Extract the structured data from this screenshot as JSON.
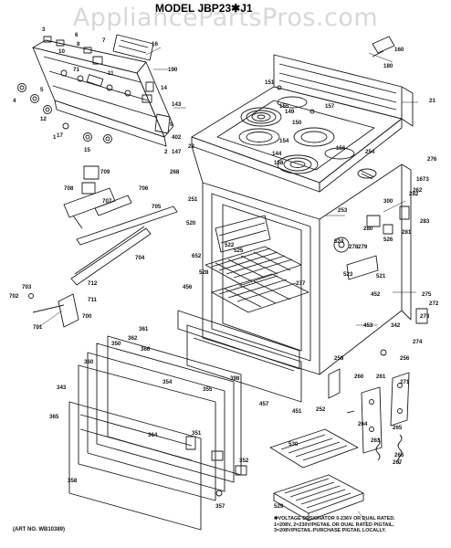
{
  "header": {
    "watermark": "AppliancePartsPros.com",
    "model": "MODEL JBP23✱J1"
  },
  "footer": {
    "art_no": "(ART NO. WB10389)",
    "note_lines": [
      "✱VOLTAGE DESIGNATOR 0-236V OR DUAL RATED.",
      "1=208V, 2=230V/PIGTAIL OR DUAL RATED PIGTAIL,",
      "3=208V/PIGTAIL-PURCHASE PIGTAIL LOCALLY."
    ]
  },
  "part_labels": [
    "1",
    "2",
    "3",
    "4",
    "5",
    "6",
    "7",
    "8",
    "9",
    "10",
    "11",
    "12",
    "14",
    "15",
    "16",
    "17",
    "21",
    "22",
    "71",
    "143",
    "144",
    "147",
    "149",
    "150",
    "151",
    "154",
    "155",
    "156",
    "157",
    "158",
    "160",
    "180",
    "190",
    "251",
    "252",
    "253",
    "254",
    "256",
    "258",
    "260",
    "261",
    "262",
    "263",
    "264",
    "265",
    "266",
    "267",
    "268",
    "271",
    "272",
    "273",
    "274",
    "275",
    "276",
    "277",
    "278",
    "279",
    "280",
    "281",
    "282",
    "283",
    "300",
    "342",
    "343",
    "350",
    "351",
    "352",
    "354",
    "355",
    "357",
    "358",
    "360",
    "361",
    "362",
    "364",
    "365",
    "366",
    "398",
    "402",
    "451",
    "452",
    "453",
    "456",
    "457",
    "520",
    "521",
    "522",
    "523",
    "524",
    "525",
    "526",
    "528",
    "529",
    "530",
    "652",
    "700",
    "701",
    "702",
    "703",
    "704",
    "705",
    "706",
    "707",
    "708",
    "709",
    "711",
    "712",
    "1673"
  ]
}
